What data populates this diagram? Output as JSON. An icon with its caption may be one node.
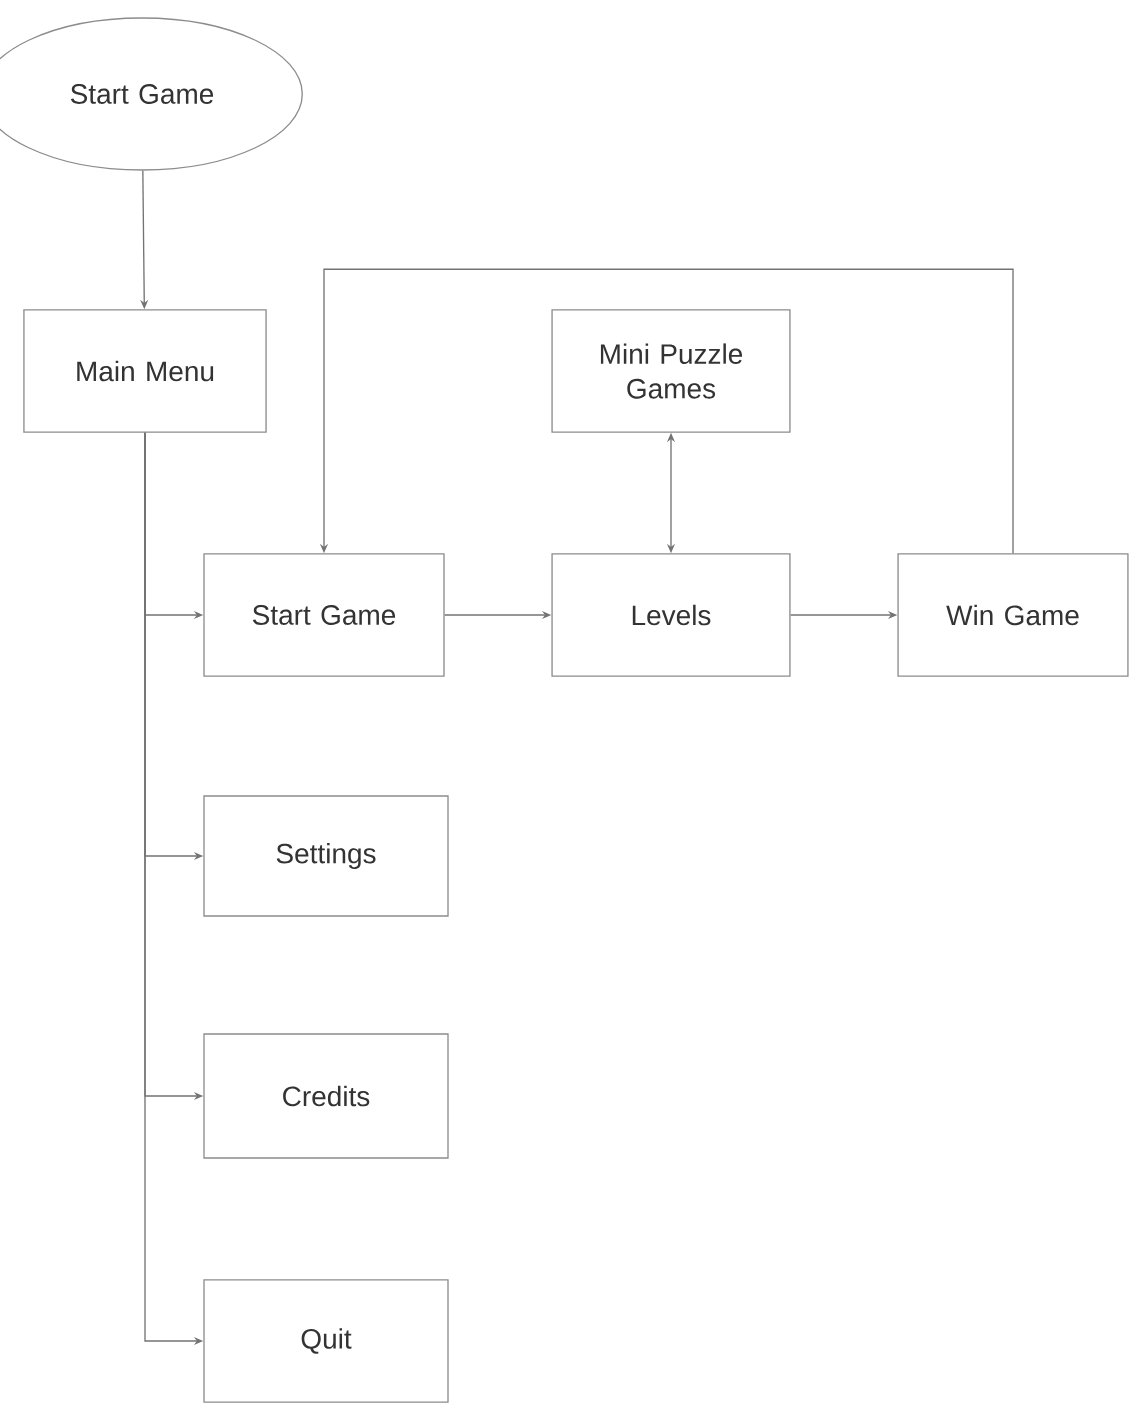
{
  "diagram": {
    "nodes": [
      {
        "text": [
          "Start Game"
        ]
      },
      {
        "text": [
          "Main Menu"
        ]
      },
      {
        "text": [
          "Start Game"
        ]
      },
      {
        "text": [
          "Levels"
        ]
      },
      {
        "text": [
          "Win Game"
        ]
      },
      {
        "text": [
          "Mini Puzzle Games"
        ]
      },
      {
        "text": [
          "Settings"
        ]
      },
      {
        "text": [
          "Credits"
        ]
      },
      {
        "text": [
          "Quit"
        ]
      }
    ],
    "edges": [
      {
        "from": 0,
        "to": 1,
        "arrow": "to"
      },
      {
        "from": 1,
        "to": 2,
        "arrow": "to"
      },
      {
        "from": 1,
        "to": 6,
        "arrow": "to"
      },
      {
        "from": 1,
        "to": 7,
        "arrow": "to"
      },
      {
        "from": 1,
        "to": 8,
        "arrow": "to"
      },
      {
        "from": 2,
        "to": 3,
        "arrow": "to"
      },
      {
        "from": 3,
        "to": 4,
        "arrow": "to"
      },
      {
        "from": 3,
        "to": 5,
        "arrow": "both"
      },
      {
        "from": 4,
        "to": 2,
        "arrow": "to"
      }
    ]
  }
}
